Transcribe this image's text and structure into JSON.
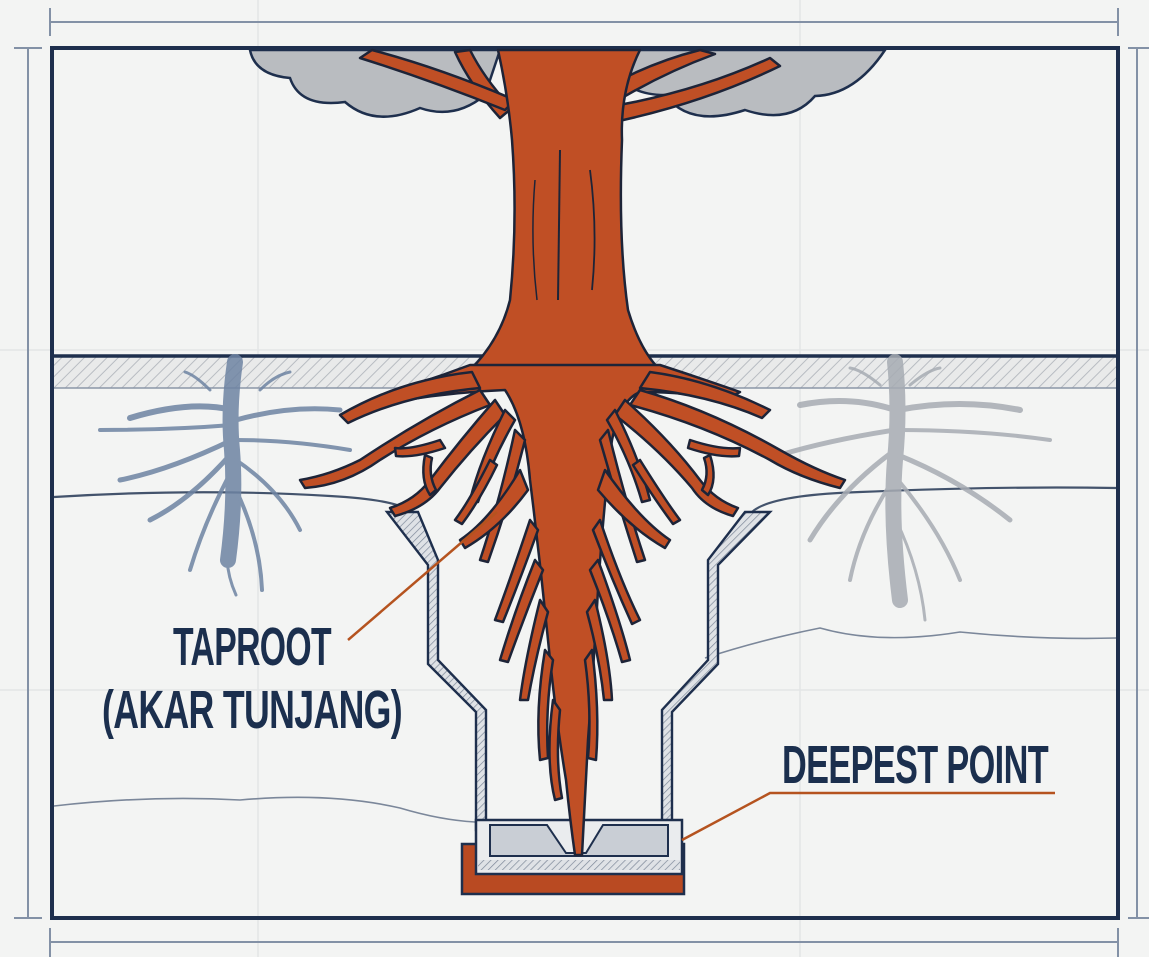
{
  "diagram": {
    "labels": {
      "taproot_line1": "TAPROOT",
      "taproot_line2": "(AKAR TUNJANG)",
      "deepest_point": "DEEPEST POINT"
    },
    "colors": {
      "background": "#f3f4f3",
      "frame": "#1e2f4d",
      "taproot": "#c04f25",
      "taproot_outline": "#1d2438",
      "ghost_root_left": "#6e84a3",
      "ghost_root_right": "#a7acb3",
      "canopy": "#b9bcc0",
      "leader_line": "#b5531f",
      "label_text": "#1b2f4e",
      "base_plate": "#b94a22"
    }
  }
}
